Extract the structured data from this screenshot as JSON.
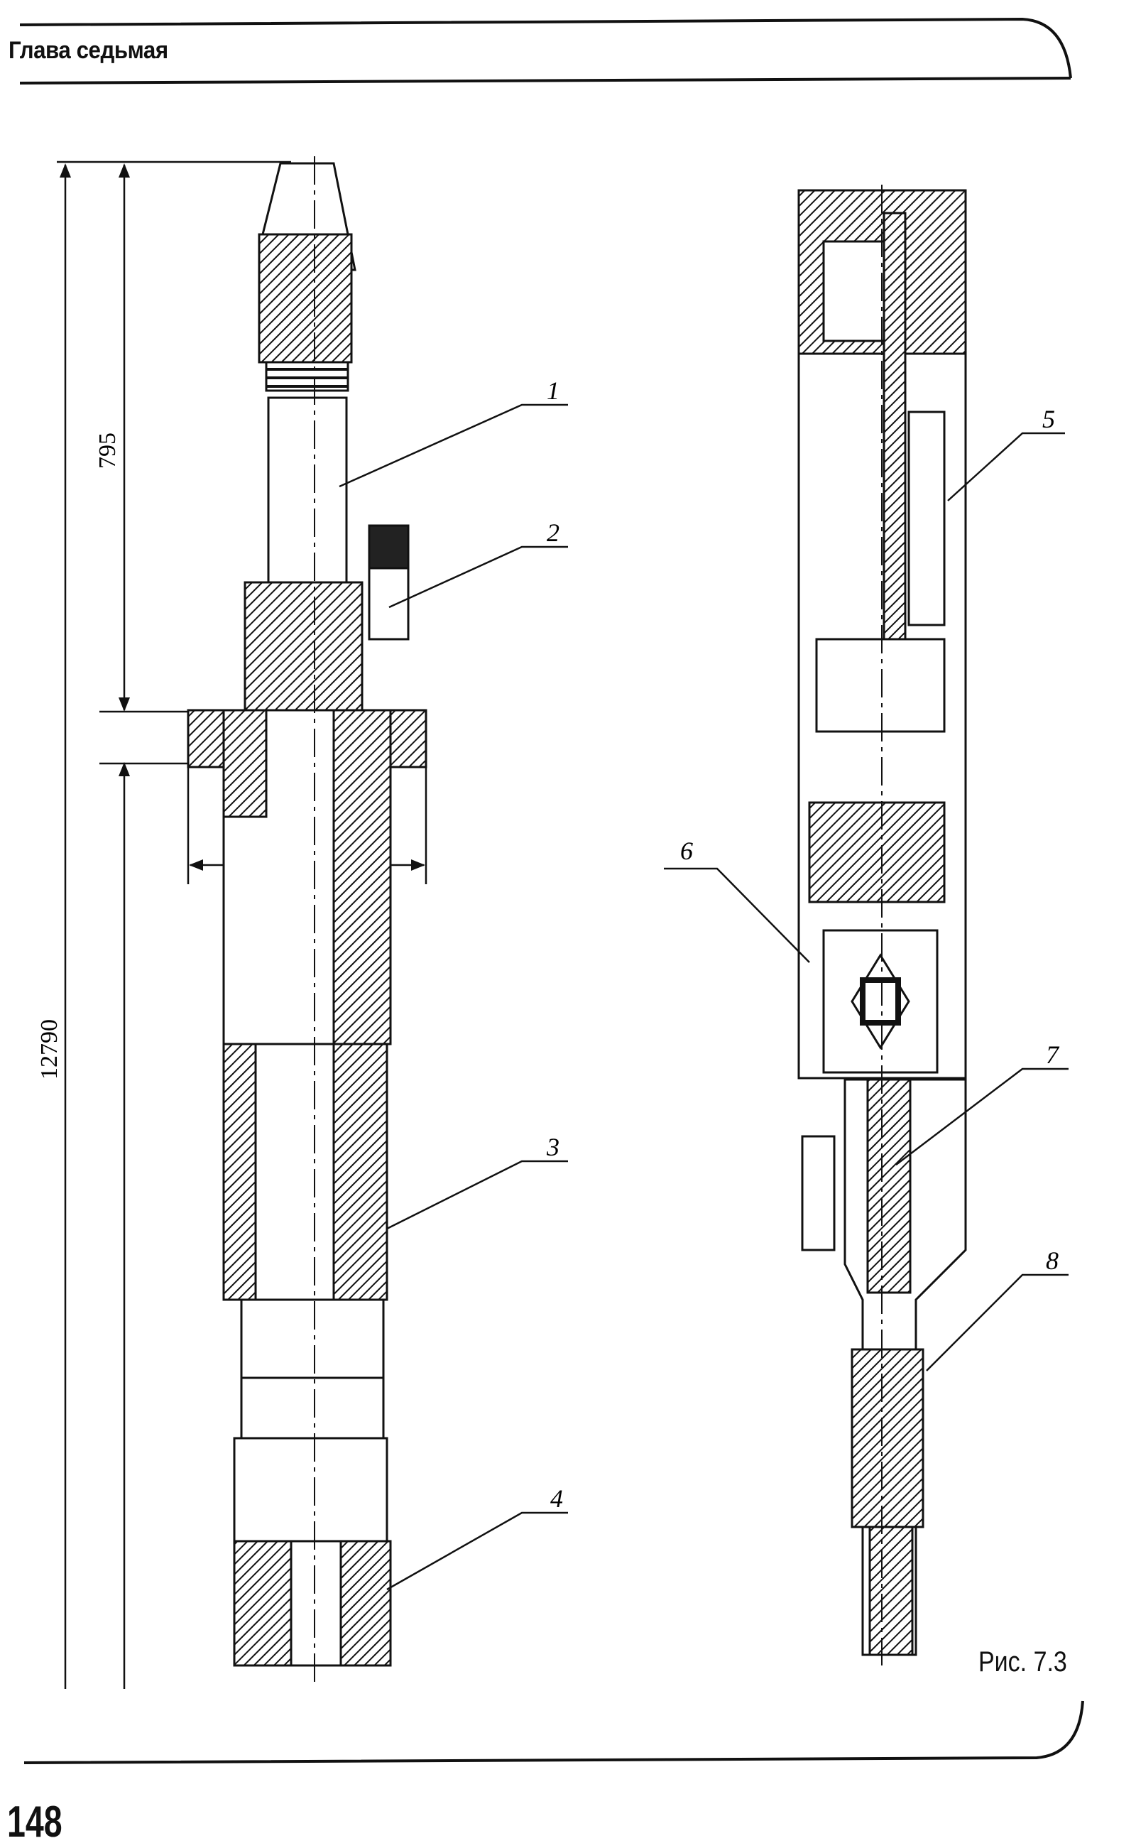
{
  "header": {
    "chapter_title": "Глава седьмая"
  },
  "figure": {
    "caption": "Рис. 7.3",
    "dimensions": {
      "overall_length": "12790",
      "upper_length": "795"
    },
    "callouts": [
      "1",
      "2",
      "3",
      "4",
      "5",
      "6",
      "7",
      "8"
    ]
  },
  "footer": {
    "page_number": "148"
  }
}
